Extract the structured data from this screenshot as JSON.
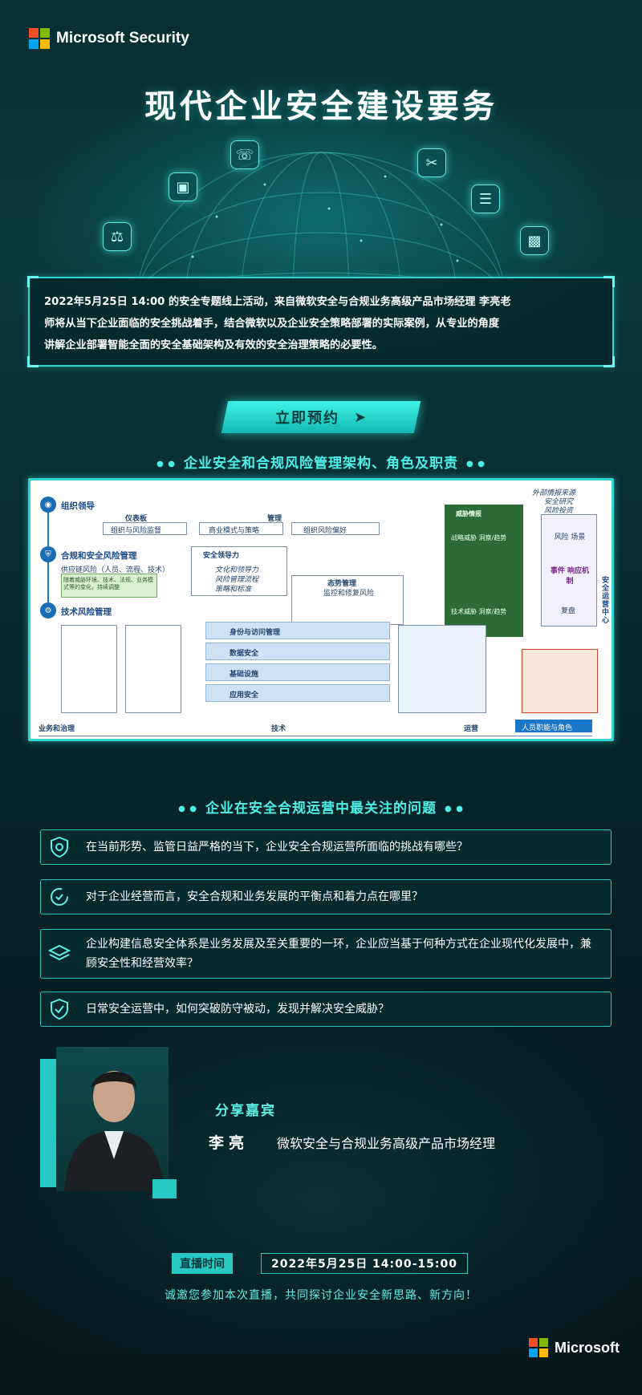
{
  "brand": {
    "name": "Microsoft Security",
    "colors": [
      "#f25022",
      "#7fba00",
      "#00a4ef",
      "#ffb900"
    ]
  },
  "hero": {
    "title": "现代企业安全建设要务",
    "icons": [
      "phone-icon",
      "tablet-icon",
      "tools-icon",
      "document-icon",
      "scale-icon",
      "window-icon"
    ]
  },
  "intro": {
    "lines": [
      "2022年5月25日 14:00 的安全专题线上活动，来自微软安全与合规业务高级产品市场经理 李亮老",
      "师将从当下企业面临的安全挑战着手，结合微软以及企业安全策略部署的实际案例，从专业的角度",
      "讲解企业部署智能全面的安全基础架构及有效的安全治理策略的必要性。"
    ]
  },
  "cta": {
    "label": "立即预约"
  },
  "framework_section": {
    "title": "企业安全和合规风险管理架构、角色及职责",
    "diagram": {
      "sections": [
        "组织领导",
        "合规和安全风险管理",
        "技术风险管理"
      ],
      "labels": {
        "governance": "仪表板",
        "management": "管理",
        "gov_sub1": "组织与风险监督",
        "gov_sub2": "商业模式与策略",
        "gov_sub3": "组织风险偏好",
        "security_leadership": "安全领导力",
        "sl_sub1": "文化和领导力",
        "sl_sub2": "风险管理流程",
        "sl_sub3": "策略和标准",
        "compliance_sub": "供应链风险（人员、流程、技术）",
        "compliance_green": "随着威胁环境、技术、法规、业务模式等的变化，持续调整",
        "posture": "态势管理",
        "posture_sub": "监控和修复风险",
        "threat_intel": "威胁情报",
        "threat_sub1": "战略威胁 洞察/趋势",
        "threat_sub2": "技术威胁 洞察/趋势",
        "external": "外部情报来源",
        "external_sub1": "安全研究",
        "external_sub2": "风险投资",
        "risk_side": "风险 场景",
        "incident": "事件 响应机制",
        "review": "复盘",
        "ops_center": "安全运营中心",
        "identity": "身份与访问管理",
        "data_security": "数据安全",
        "infra": "基础设施",
        "app_security": "应用安全",
        "bottom_left": "业务和治理",
        "bottom_mid": "技术",
        "bottom_right": "运营",
        "bottom_badge": "人员职能与角色"
      }
    }
  },
  "questions_section": {
    "title": "企业在安全合规运营中最关注的问题",
    "items": [
      {
        "text": "在当前形势、监管日益严格的当下，企业安全合规运营所面临的挑战有哪些？",
        "icon": "shield-gear-icon"
      },
      {
        "text": "对于企业经营而言，安全合规和业务发展的平衡点和着力点在哪里？",
        "icon": "refresh-shield-icon"
      },
      {
        "text": "企业构建信息安全体系是业务发展及至关重要的一环，企业应当基于何种方式在企业现代化发展中，兼顾安全性和经营效率？",
        "icon": "layers-icon"
      },
      {
        "text": "日常安全运营中，如何突破防守被动，发现并解决安全威胁？",
        "icon": "shield-check-icon"
      }
    ]
  },
  "speaker": {
    "role": "分享嘉宾",
    "name": "李亮",
    "title": "微软安全与合规业务高级产品市场经理"
  },
  "event": {
    "time_label": "直播时间",
    "time_value": "2022年5月25日 14:00-15:00",
    "invite": "诚邀您参加本次直播，共同探讨企业安全新思路、新方向！"
  },
  "footer": {
    "brand": "Microsoft"
  }
}
